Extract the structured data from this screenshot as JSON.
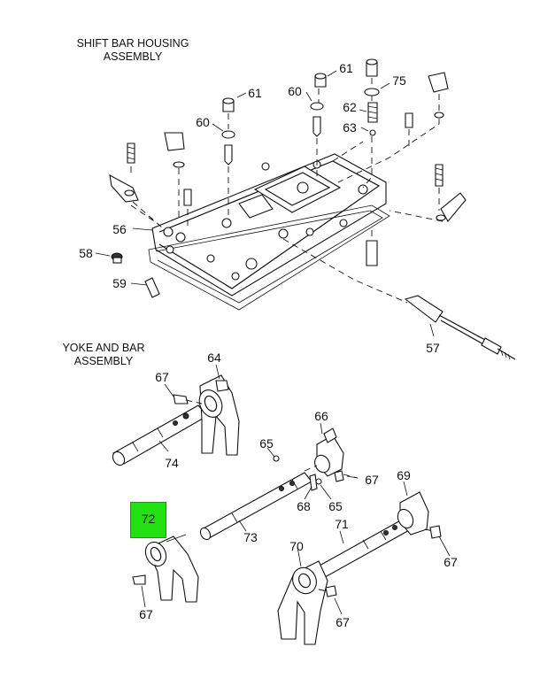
{
  "titles": {
    "shift_bar": [
      "SHIFT BAR HOUSING",
      "ASSEMBLY"
    ],
    "yoke_bar": [
      "YOKE AND BAR",
      "ASSEMBLY"
    ]
  },
  "highlighted_callout": "72",
  "highlight_color": "#22e012",
  "callouts": {
    "c61a": "61",
    "c61b": "61",
    "c60a": "60",
    "c60b": "60",
    "c75": "75",
    "c62": "62",
    "c63": "63",
    "c56": "56",
    "c58": "58",
    "c59": "59",
    "c57": "57",
    "c64": "64",
    "c67a": "67",
    "c74": "74",
    "c65a": "65",
    "c66": "66",
    "c67b": "67",
    "c68": "68",
    "c65b": "65",
    "c69": "69",
    "c73": "73",
    "c71": "71",
    "c70": "70",
    "c67c": "67",
    "c67d": "67",
    "c67e": "67"
  }
}
